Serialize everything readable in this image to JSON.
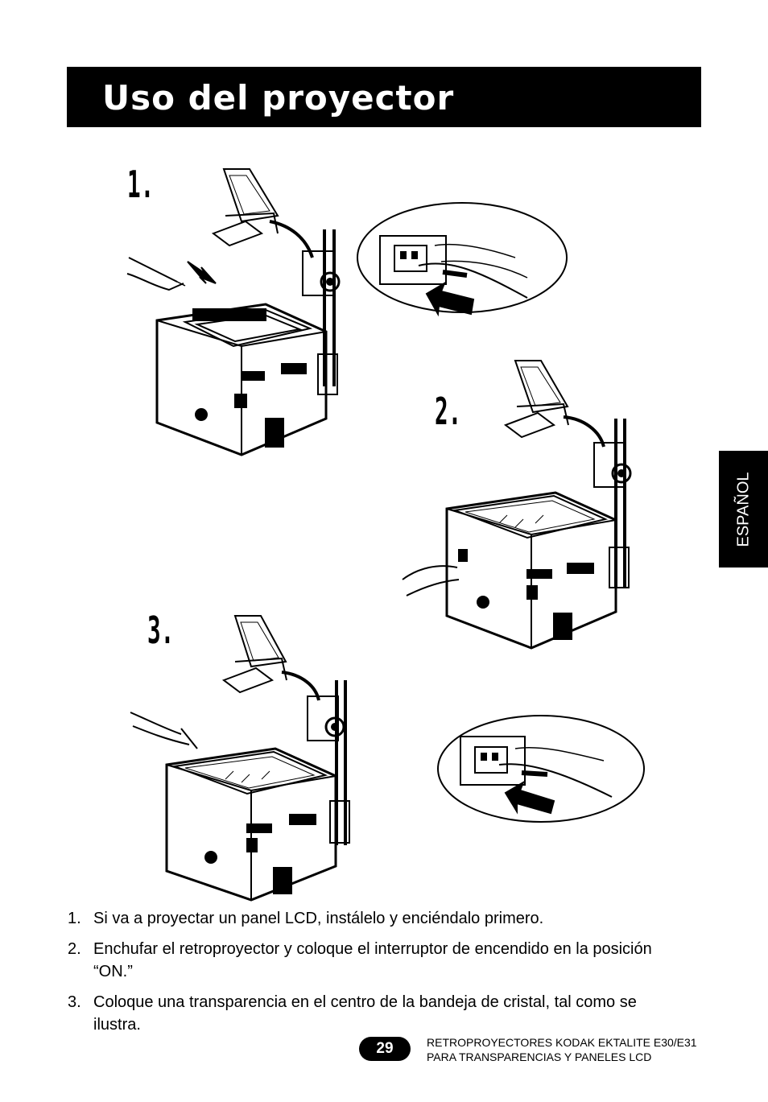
{
  "header": {
    "title": "Uso del proyector"
  },
  "side_tab": {
    "label": "ESPAÑOL"
  },
  "figure": {
    "step_labels": [
      "1.",
      "2.",
      "3."
    ]
  },
  "instructions": [
    {
      "number": "1.",
      "text": "Si va a proyectar un panel LCD, instálelo y enciéndalo primero."
    },
    {
      "number": "2.",
      "text": "Enchufar el retroproyector y coloque el interruptor de encendido en la posición “ON.”"
    },
    {
      "number": "3.",
      "text": "Coloque una transparencia en el centro de la bandeja de cristal, tal como se ilustra."
    }
  ],
  "footer": {
    "page_number": "29",
    "line1": "RETROPROYECTORES KODAK EKTALITE E30/E31",
    "line2": "PARA TRANSPARENCIAS Y PANELES LCD"
  }
}
